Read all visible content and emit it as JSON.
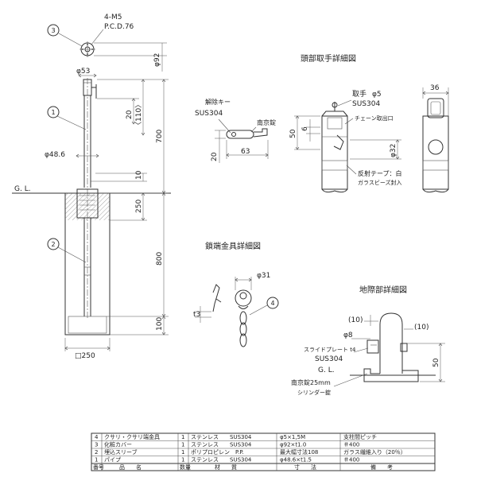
{
  "detail_titles": {
    "head_handle": "頭部取手詳細図",
    "lock_fitting": "鎖端金具詳細図",
    "ground_section": "地際部詳細図"
  },
  "parts": {
    "p1": "1",
    "p2": "2",
    "p3": "3",
    "p4": "4"
  },
  "labels": {
    "m5": "4-M5",
    "pcd": "P.C.D.76",
    "gl_main": "G. L.",
    "gl_detail": "G. L.",
    "release_key": "解除キー",
    "sus_key": "SUS304",
    "lock": "南京錠",
    "handle": "取手",
    "handle_phi": "φ5",
    "sus_handle": "SUS304",
    "chain_outlet": "チェーン取出口",
    "reflect1": "反射テープ：白",
    "reflect2": "ガラスビーズ封入",
    "slide_plate": "スライドプレート t4",
    "sus_slide": "SUS304",
    "padlock": "南京錠25mm",
    "cylinder": "シリンダー錠"
  },
  "dims": {
    "d92": "φ92",
    "d53": "φ53",
    "d20": "20",
    "d110": "〈110〉",
    "d700": "700",
    "d486": "φ48.6",
    "d10": "10",
    "d250": "250",
    "d800": "800",
    "d100": "100",
    "sq250": "□250",
    "key20": "20",
    "key63": "63",
    "h50": "50",
    "h6": "6",
    "h32": "φ32",
    "w36": "36",
    "c31": "φ31",
    "t3": "t3",
    "g10a": "(10)",
    "g10b": "(10)",
    "g8": "φ8",
    "g50": "50"
  },
  "parts_table": {
    "rows": [
      {
        "no": "4",
        "name": "クサリ・クサリ端金具",
        "qty": "1",
        "material": "ステンレス　　SUS304",
        "spec": "φ5×1,5M",
        "note": "支柱間ピッチ"
      },
      {
        "no": "3",
        "name": "化粧カバー",
        "qty": "1",
        "material": "ステンレス　　SUS304",
        "spec": "φ92×t1.0",
        "note": "＃400"
      },
      {
        "no": "2",
        "name": "埋込スリーブ",
        "qty": "1",
        "material": "ポリプロピレン　P.P.",
        "spec": "最大幅寸法108",
        "note": "ガラス繊維入り（20％）"
      },
      {
        "no": "1",
        "name": "パイプ",
        "qty": "1",
        "material": "ステンレス　　SUS304",
        "spec": "φ48.6×t1.5",
        "note": "＃400"
      }
    ],
    "header": {
      "no": "番号",
      "name": "品　　名",
      "qty": "数量",
      "material": "材　　質",
      "spec": "寸　　法",
      "note": "備　　考"
    }
  }
}
